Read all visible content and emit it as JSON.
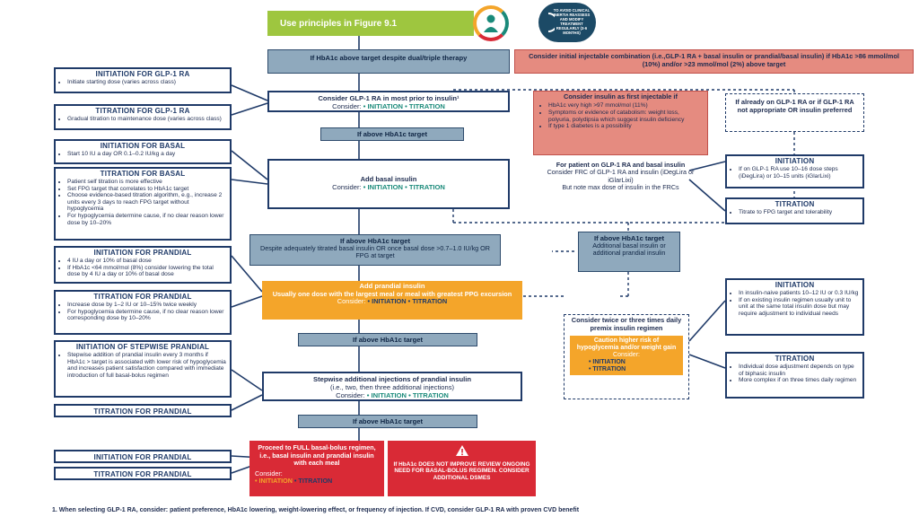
{
  "top": {
    "use_principles": "Use principles in Figure 9.1",
    "avoid_badge": "TO AVOID CLINICAL INERTIA REASSESS AND MODIFY TREATMENT REGULARLY (3-6 MONTHS)"
  },
  "hba_despite": "If HbA1c above target despite dual/triple therapy",
  "consider_initial": "Consider initial injectable combination (i.e.,GLP-1 RA + basal insulin or prandial/basal insulin) if HbA1c >86 mmol/mol (10%) and/or >23 mmol/mol (2%) above target",
  "consider_glp1": {
    "title": "Consider GLP-1 RA in most prior to insulin¹",
    "sub_prefix": "Consider:",
    "initiation": "• INITIATION",
    "titration": "• TITRATION"
  },
  "insulin_first": {
    "title": "Consider insulin as first injectable if",
    "items": [
      "HbA1c very high >97 mmol/mol (11%)",
      "Symptoms or evidence of catabolism: weight loss, polyuria, polydipsia which suggest insulin deficiency",
      "If type 1 diabetes is a possibility"
    ]
  },
  "already_glp1": "If already on GLP-1 RA or if GLP-1 RA not appropriate OR insulin preferred",
  "if_above_1": "If above HbA1c target",
  "add_basal": {
    "title": "Add basal insulin",
    "sub_prefix": "Consider:",
    "initiation": "• INITIATION",
    "titration": "• TITRATION"
  },
  "frc": {
    "title": "For patient on GLP-1 RA and basal insulin",
    "body": "Consider FRC of GLP-1 RA and insulin (iDegLira or iGlarLixi)",
    "note": "But note max dose of insulin in the FRCs"
  },
  "right_initiation_1": {
    "heading": "INITIATION",
    "items": [
      "If on GLP-1 RA use 10–16 dose steps (iDegLira) or 10–15 units (iGlarLixi)"
    ]
  },
  "right_titration_1": {
    "heading": "TITRATION",
    "items": [
      "Titrate to FPG target and tolerability"
    ]
  },
  "despite_basal": {
    "head": "If above HbA1c target",
    "body": "Despite adequately titrated basal insulin OR once basal dose >0.7–1.0 IU/kg OR FPG at target"
  },
  "additional_basal": {
    "head": "If above HbA1c target",
    "body": "Additional basal insulin or additional prandial insulin"
  },
  "add_prandial": {
    "title": "Add prandial insulin",
    "body": "Usually one dose with the largest meal or meal with greatest PPG excursion",
    "sub_prefix": "Consider:",
    "initiation": "• INITIATION",
    "titration": "• TITRATION"
  },
  "premix": {
    "title": "Consider twice or three times daily premix insulin regimen",
    "caution": "Caution higher risk of hypoglycemia and/or weight gain",
    "sub_prefix": "Consider:",
    "initiation": "• INITIATION",
    "titration": "• TITRATION"
  },
  "right_initiation_2": {
    "heading": "INITIATION",
    "items": [
      "In insulin-naive patients 10–12 IU or 0.3 IU/kg",
      "If on existing insulin regimen usually unit to unit at the same total insulin dose but may require adjustment to individual needs"
    ]
  },
  "right_titration_2": {
    "heading": "TITRATION",
    "items": [
      "Individual dose adjustment depends on type of biphasic insulin",
      "More complex if on three times daily regimen"
    ]
  },
  "if_above_2": "If above HbA1c target",
  "stepwise": {
    "title": "Stepwise additional injections of prandial insulin",
    "sub1": "(i.e., two, then three additional injections)",
    "sub_prefix": "Consider:",
    "initiation": "• INITIATION",
    "titration": "• TITRATION"
  },
  "if_above_3": "If above HbA1c target",
  "full_basal": {
    "title": "Proceed to FULL basal-bolus regimen, i.e., basal insulin and prandial insulin with each meal",
    "sub_prefix": "Consider:",
    "initiation": "• INITIATION",
    "titration": "• TITRATION"
  },
  "warning": "If HbA1c DOES NOT IMPROVE REVIEW ONGOING NEED FOR BASAL-BOLUS REGIMEN. CONSIDER ADDITIONAL DSMES",
  "left": {
    "init_glp1": {
      "heading": "INITIATION FOR GLP-1 RA",
      "items": [
        "Initiate starting dose (varies across class)"
      ]
    },
    "titr_glp1": {
      "heading": "TITRATION FOR GLP-1 RA",
      "items": [
        "Gradual titration to maintenance dose (varies across class)"
      ]
    },
    "init_basal": {
      "heading": "INITIATION FOR BASAL",
      "items": [
        "Start 10 IU a day OR 0.1–0.2 IU/kg a day"
      ]
    },
    "titr_basal": {
      "heading": "TITRATION FOR BASAL",
      "items": [
        "Patient self titration is more effective",
        "Set FPG target that correlates to HbA1c target",
        "Choose evidence-based titration algorithm, e.g., increase 2 units every 3 days to reach FPG target without hypoglycemia",
        "For hypoglycemia determine cause, if no clear reason lower dose by 10–20%"
      ]
    },
    "init_prandial": {
      "heading": "INITIATION FOR PRANDIAL",
      "items": [
        "4 IU a day or 10% of basal dose",
        "If HbA1c <64 mmol/mol (8%) consider lowering the total dose by 4 IU a day or 10% of basal dose"
      ]
    },
    "titr_prandial": {
      "heading": "TITRATION FOR PRANDIAL",
      "items": [
        "Increase dose by 1–2 IU or 10–15% twice weekly",
        "For hypoglycemia determine cause, if no clear reason lower corresponding dose by 10–20%"
      ]
    },
    "init_stepwise": {
      "heading": "INITIATION OF STEPWISE PRANDIAL",
      "items": [
        "Stepwise addition of prandial insulin every 3 months if HbA1c > target is associated with lower risk of hypoglycemia and increases patient satisfaction compared with immediate introduction of full basal-bolus regimen"
      ]
    },
    "titr_prandial_2": "TITRATION FOR PRANDIAL",
    "init_prandial_3": "INITIATION FOR PRANDIAL",
    "titr_prandial_3": "TITRATION FOR PRANDIAL"
  },
  "footnote": "1.  When selecting GLP-1 RA, consider: patient preference, HbA1c lowering, weight-lowering effect, or frequency of injection. If CVD, consider GLP-1 RA with proven CVD benefit",
  "colors": {
    "navy": "#1f3a68",
    "teal": "#1a8a7a",
    "green": "#9ec63f",
    "salmon": "#e58b80",
    "hba_blue": "#8fa9bd",
    "orange": "#f4a52a",
    "red": "#d92a36"
  }
}
